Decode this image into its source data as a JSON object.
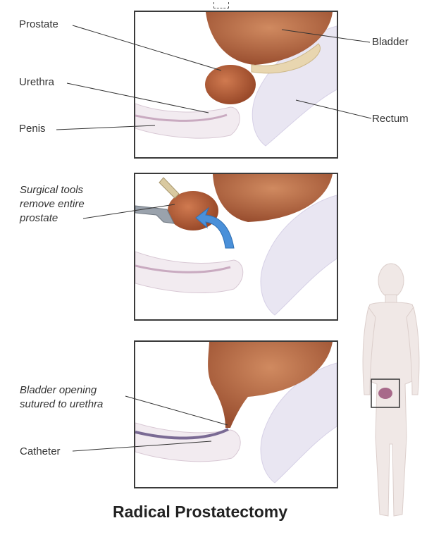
{
  "title": "Radical Prostatectomy",
  "panel1": {
    "labels": {
      "prostate": "Prostate",
      "urethra": "Urethra",
      "penis": "Penis",
      "bladder": "Bladder",
      "rectum": "Rectum"
    }
  },
  "panel2": {
    "labels": {
      "tools_line1": "Surgical tools",
      "tools_line2": "remove entire",
      "tools_line3": "prostate"
    }
  },
  "panel3": {
    "labels": {
      "suture_line1": "Bladder opening",
      "suture_line2": "sutured to urethra",
      "catheter": "Catheter"
    }
  },
  "colors": {
    "bladder": "#b86a45",
    "prostate": "#b5603a",
    "rectum": "#e9e6f2",
    "penis": "#f0e8ee",
    "arrow": "#4a90d9",
    "frame": "#3a3a3a"
  },
  "icons": {
    "arrow": "curved-arrow-icon",
    "figure": "human-figure-icon"
  }
}
